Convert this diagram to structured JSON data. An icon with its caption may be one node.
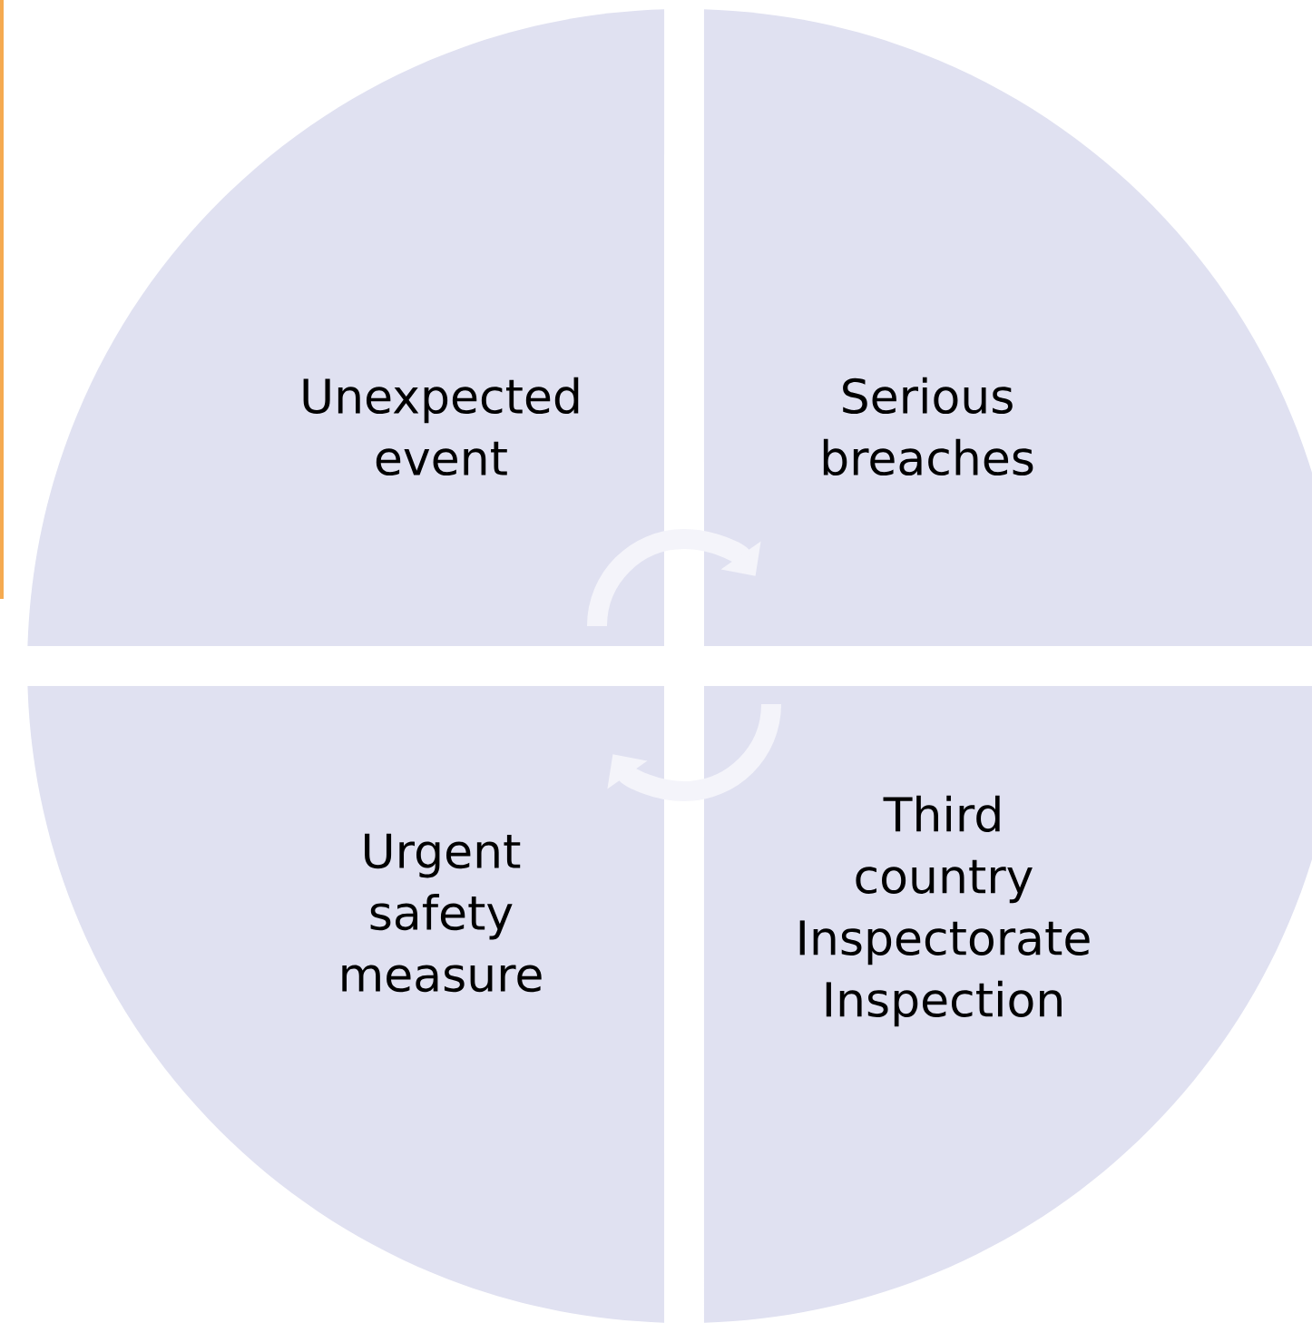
{
  "diagram": {
    "nodes": [
      {
        "text": [
          "Unexpected event"
        ]
      },
      {
        "text": [
          "Serious breaches"
        ]
      },
      {
        "text": [
          "Urgent safety measure"
        ]
      },
      {
        "text": [
          "Third country Inspectorate Inspection"
        ]
      }
    ],
    "edges": [
      {
        "from": 0,
        "to": 1,
        "arrow": "to"
      },
      {
        "from": 3,
        "to": 2,
        "arrow": "to"
      }
    ]
  }
}
